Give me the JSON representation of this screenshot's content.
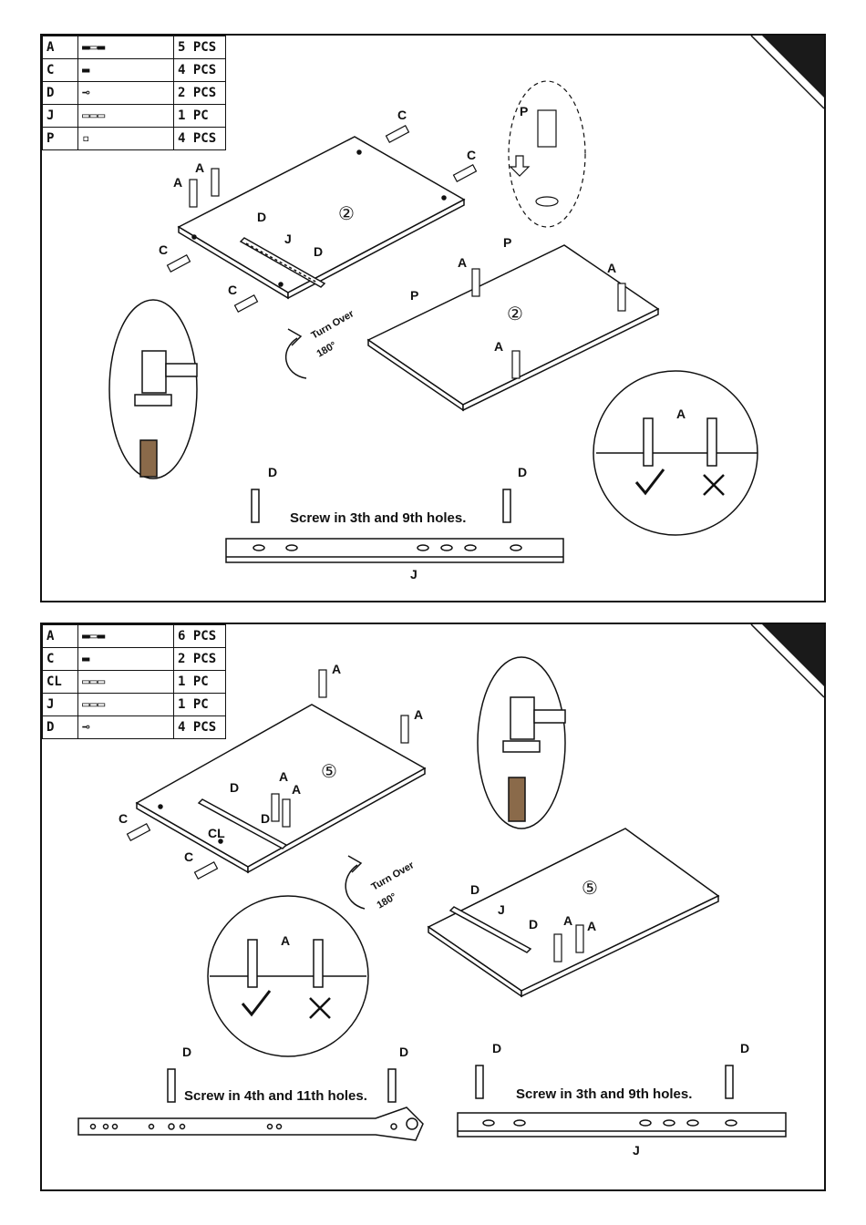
{
  "step1": {
    "parts": [
      {
        "code": "A",
        "icon": "cam-bolt-icon",
        "qty": "5 PCS"
      },
      {
        "code": "C",
        "icon": "dowel-icon",
        "qty": "4 PCS"
      },
      {
        "code": "D",
        "icon": "screw-icon",
        "qty": "2 PCS"
      },
      {
        "code": "J",
        "icon": "drawer-rail-icon",
        "qty": "1 PC"
      },
      {
        "code": "P",
        "icon": "shelf-pin-icon",
        "qty": "4 PCS"
      }
    ],
    "board_number_a": "②",
    "board_number_b": "②",
    "turn_over": [
      "Turn Over",
      "180°"
    ],
    "screw_caption": "Screw in 3th and 9th holes.",
    "labels": {
      "A": "A",
      "C": "C",
      "D": "D",
      "J": "J",
      "P": "P"
    }
  },
  "step2": {
    "parts": [
      {
        "code": "A",
        "icon": "cam-bolt-icon",
        "qty": "6 PCS"
      },
      {
        "code": "C",
        "icon": "dowel-icon",
        "qty": "2 PCS"
      },
      {
        "code": "CL",
        "icon": "cabinet-rail-icon",
        "qty": "1 PC"
      },
      {
        "code": "J",
        "icon": "drawer-rail-icon",
        "qty": "1 PC"
      },
      {
        "code": "D",
        "icon": "screw-icon",
        "qty": "4 PCS"
      }
    ],
    "board_number_a": "⑤",
    "board_number_b": "⑤",
    "turn_over": [
      "Turn Over",
      "180°"
    ],
    "screw_caption_left": "Screw in 4th and 11th holes.",
    "screw_caption_right": "Screw in 3th and 9th holes.",
    "labels": {
      "A": "A",
      "C": "C",
      "D": "D",
      "J": "J",
      "CL": "CL"
    }
  },
  "colors": {
    "ink": "#111111",
    "corner": "#1a1a1a"
  }
}
